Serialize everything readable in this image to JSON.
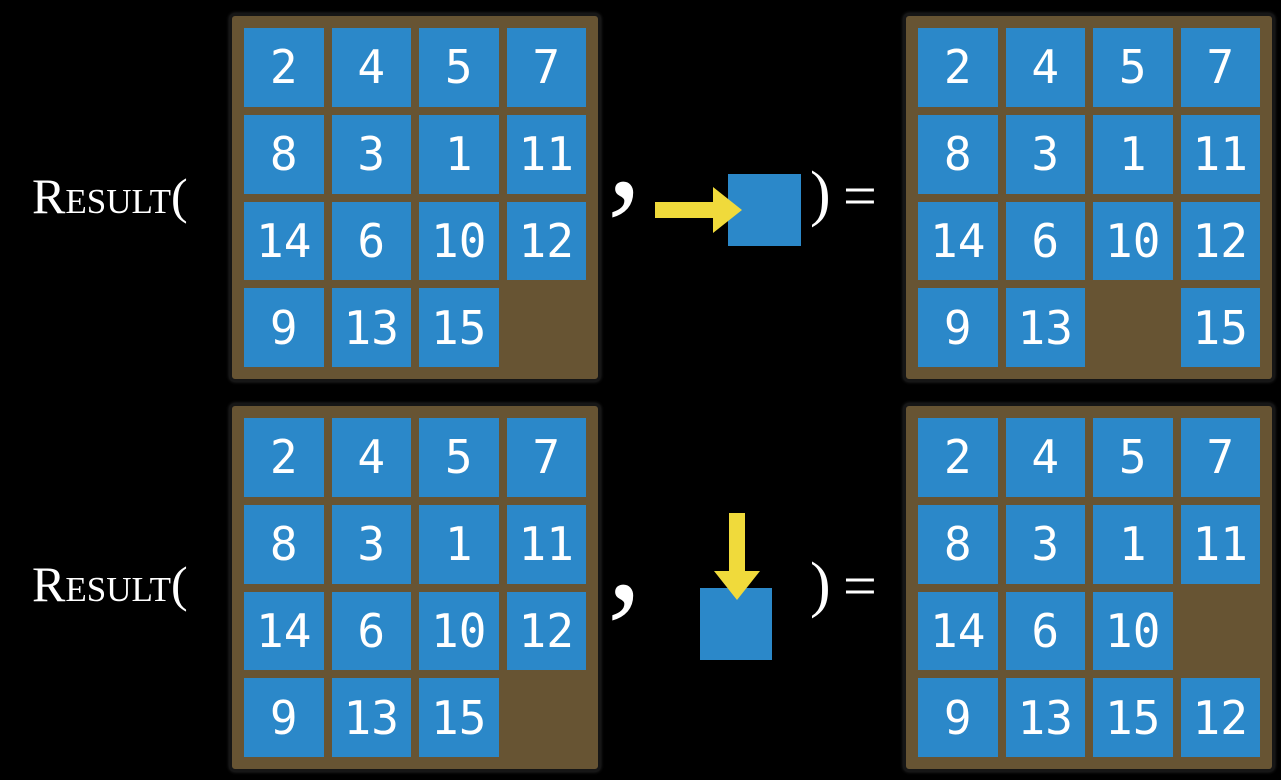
{
  "colors": {
    "background": "#000000",
    "board_background": "#675433",
    "board_border": "#161616",
    "tile_blue": "#2b88c9",
    "arrow_yellow": "#f0da3b",
    "text_white": "#ffffff"
  },
  "equations": [
    {
      "function_label": "Result(",
      "comma": ",",
      "close_paren": ")",
      "equals": "=",
      "action_direction": "right",
      "state": [
        [
          "2",
          "4",
          "5",
          "7"
        ],
        [
          "8",
          "3",
          "1",
          "11"
        ],
        [
          "14",
          "6",
          "10",
          "12"
        ],
        [
          "9",
          "13",
          "15",
          null
        ]
      ],
      "result": [
        [
          "2",
          "4",
          "5",
          "7"
        ],
        [
          "8",
          "3",
          "1",
          "11"
        ],
        [
          "14",
          "6",
          "10",
          "12"
        ],
        [
          "9",
          "13",
          null,
          "15"
        ]
      ]
    },
    {
      "function_label": "Result(",
      "comma": ",",
      "close_paren": ")",
      "equals": "=",
      "action_direction": "down",
      "state": [
        [
          "2",
          "4",
          "5",
          "7"
        ],
        [
          "8",
          "3",
          "1",
          "11"
        ],
        [
          "14",
          "6",
          "10",
          "12"
        ],
        [
          "9",
          "13",
          "15",
          null
        ]
      ],
      "result": [
        [
          "2",
          "4",
          "5",
          "7"
        ],
        [
          "8",
          "3",
          "1",
          "11"
        ],
        [
          "14",
          "6",
          "10",
          null
        ],
        [
          "9",
          "13",
          "15",
          "12"
        ]
      ]
    }
  ]
}
